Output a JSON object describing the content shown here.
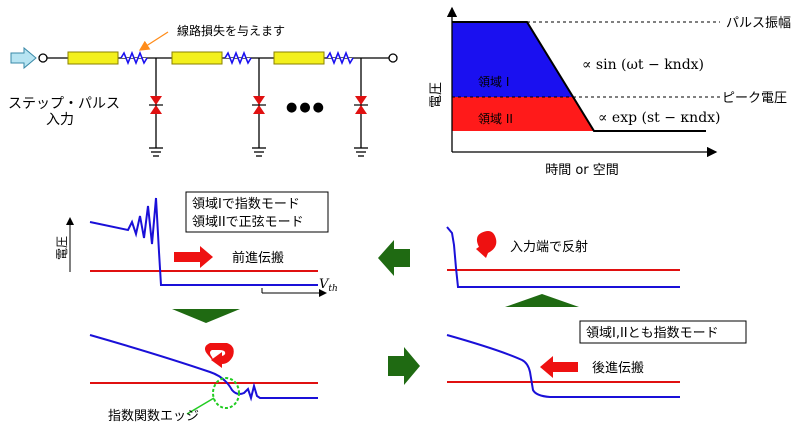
{
  "circuit": {
    "loss_annotation": "線路損失を与えます",
    "input_label_line1": "ステップ・パルス",
    "input_label_line2": "入力",
    "ellipsis": "●●●"
  },
  "region_plot": {
    "y_label": "電圧",
    "x_label": "時間 or 空間",
    "pulse_amplitude_label": "パルス振幅",
    "peak_voltage_label": "ピーク電圧",
    "region1_label": "領域 I",
    "region2_label": "領域 II",
    "formula_sin": "∝ sin (ωt − kndx)",
    "formula_exp": "∝ exp (st − κndx)",
    "colors": {
      "region1": "#1a10f0",
      "region2": "#ff1a1a"
    }
  },
  "panels": {
    "top_left": {
      "box_line1": "領域Iで指数モード",
      "box_line2": "領域IIで正弦モード",
      "arrow_label": "前進伝搬",
      "y_label": "電圧",
      "threshold_label": "V",
      "threshold_subscript": "th"
    },
    "top_right": {
      "arrow_label": "入力端で反射"
    },
    "bottom_left": {
      "edge_label": "指数関数エッジ"
    },
    "bottom_right": {
      "box_label": "領域I,IIとも指数モード",
      "arrow_label": "後進伝搬"
    }
  },
  "colors": {
    "signal": "#1a10d8",
    "threshold": "#e01010",
    "flow_arrow": "#1f6a12",
    "state_arrow": "#ee1111"
  }
}
